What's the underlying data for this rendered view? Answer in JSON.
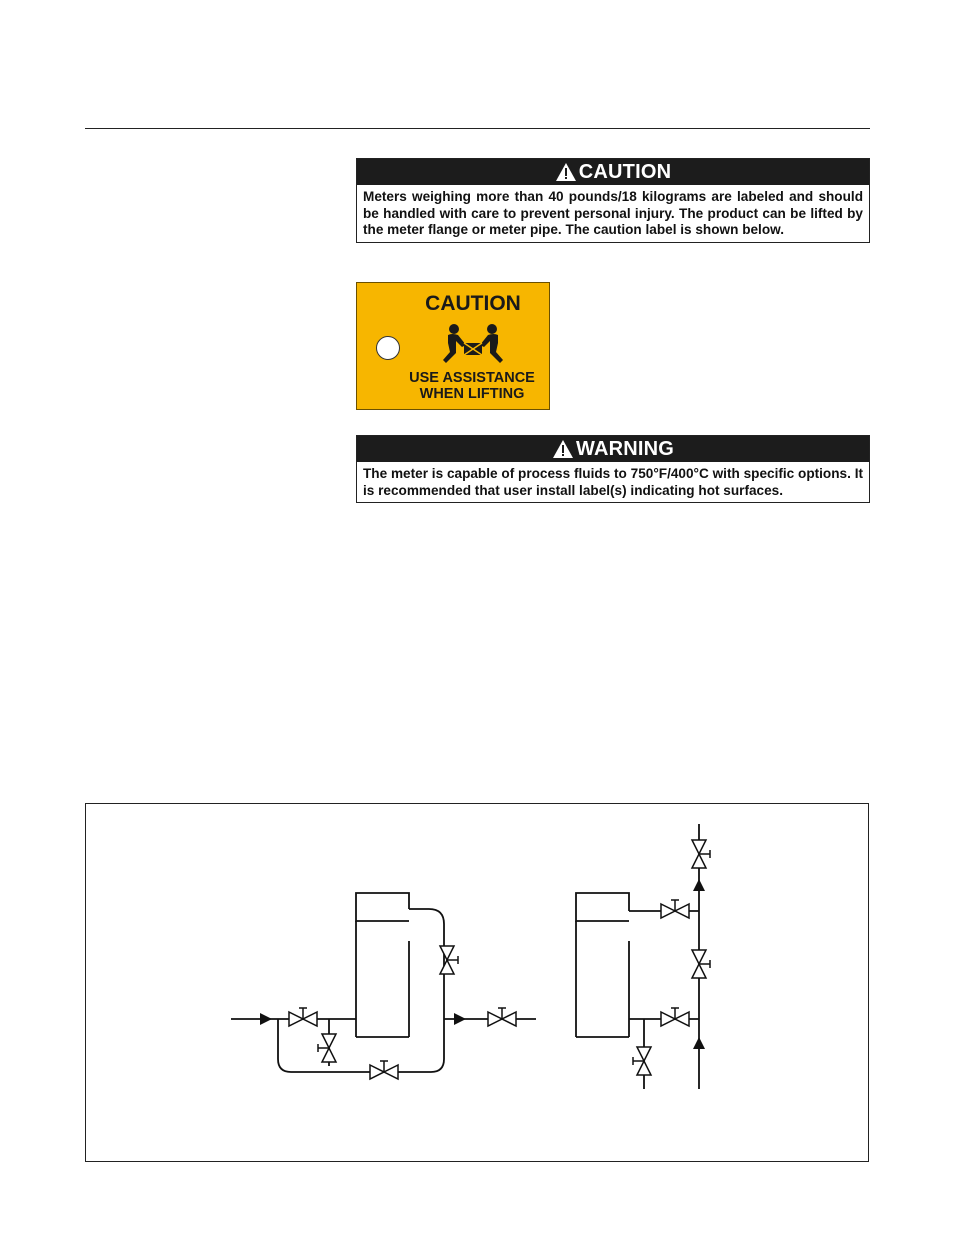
{
  "caution": {
    "heading": "CAUTION",
    "icon": "warning-triangle-icon",
    "text": "Meters weighing more than 40 pounds/18 kilograms are labeled and should be handled with care to prevent personal injury. The product can be lifted by the meter flange or meter pipe. The caution label is shown below."
  },
  "label": {
    "title": "CAUTION",
    "line1": "USE ASSISTANCE",
    "line2": "WHEN LIFTING",
    "background_color": "#f7b600",
    "icon": "two-person-lift-icon"
  },
  "warning": {
    "heading": "WARNING",
    "icon": "warning-triangle-icon",
    "text": "The meter is capable of process fluids to 750°F/400°C with specific options. It is recommended that user install label(s) indicating hot surfaces."
  },
  "figure": {
    "description_icons": [
      "valve-icon",
      "flow-arrow-icon",
      "meter-body-icon"
    ]
  }
}
